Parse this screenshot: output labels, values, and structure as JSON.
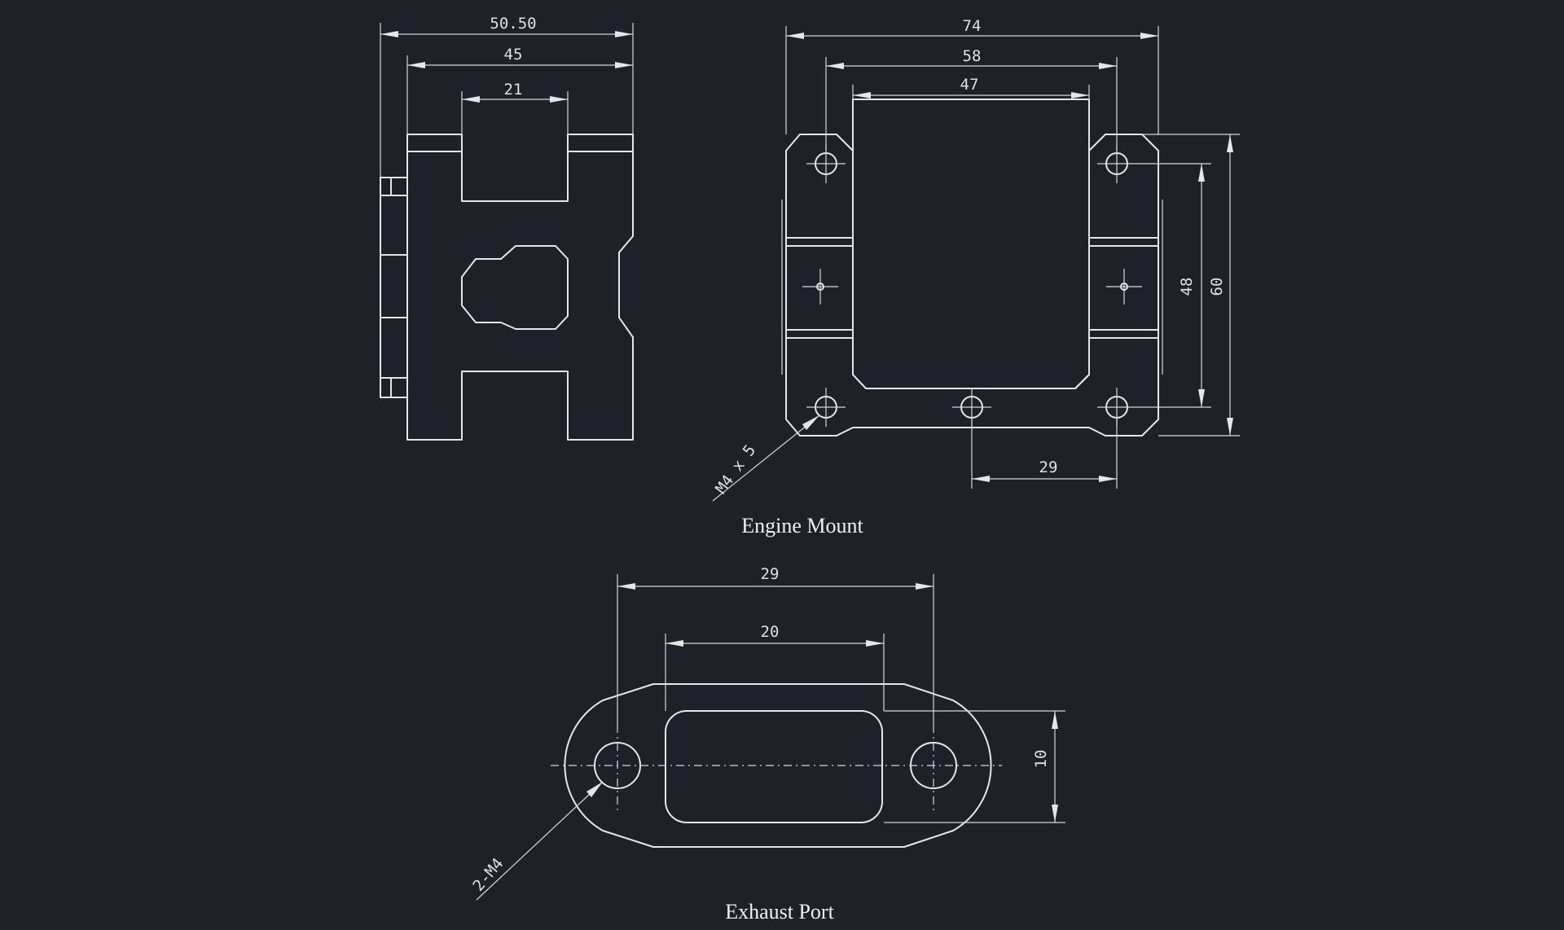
{
  "engine_mount": {
    "caption": "Engine Mount",
    "side_view": {
      "dim_overall": "50.50",
      "dim_mid": "45",
      "dim_slot": "21"
    },
    "front_view": {
      "dim_width_outer": "74",
      "dim_width_holes": "58",
      "dim_width_inner": "47",
      "dim_height_holes": "48",
      "dim_height_outer": "60",
      "dim_bottom_holes": "29",
      "hole_callout": "M4 x 5"
    }
  },
  "exhaust_port": {
    "caption": "Exhaust Port",
    "dim_hole_spacing": "29",
    "dim_port_width": "20",
    "dim_port_height": "10",
    "hole_callout": "2-M4"
  },
  "colors": {
    "background": "#1f2129",
    "line": "#e6e6e6"
  }
}
